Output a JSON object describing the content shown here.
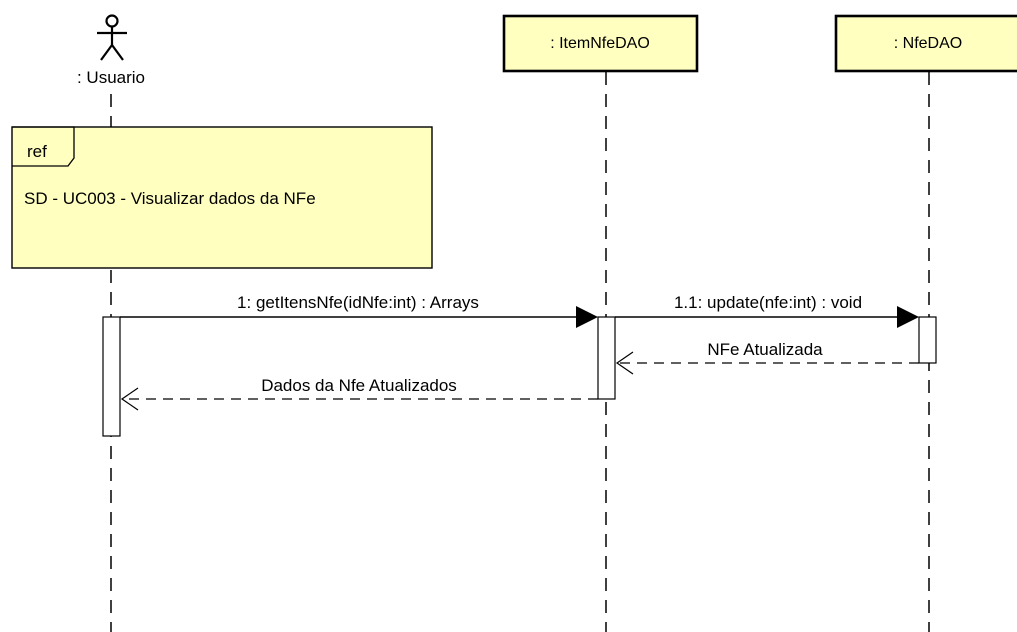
{
  "colors": {
    "participant_fill": "#ffffc0",
    "fragment_fill": "#ffffc0",
    "line": "#000000",
    "activation_fill": "#ffffff"
  },
  "actor": {
    "icon": "stick-figure-icon",
    "label": ": Usuario"
  },
  "participants": [
    {
      "label": ": ItemNfeDAO"
    },
    {
      "label": ": NfeDAO"
    }
  ],
  "fragment": {
    "operator": "ref",
    "text": "SD - UC003 - Visualizar dados da NFe"
  },
  "messages": [
    {
      "label": "1: getItensNfe(idNfe:int) : Arrays",
      "kind": "synchronous",
      "from": "Usuario",
      "to": "ItemNfeDAO"
    },
    {
      "label": "1.1: update(nfe:int) : void",
      "kind": "synchronous",
      "from": "ItemNfeDAO",
      "to": "NfeDAO"
    },
    {
      "label": "NFe Atualizada",
      "kind": "return",
      "from": "NfeDAO",
      "to": "ItemNfeDAO"
    },
    {
      "label": "Dados da Nfe Atualizados",
      "kind": "return",
      "from": "ItemNfeDAO",
      "to": "Usuario"
    }
  ]
}
